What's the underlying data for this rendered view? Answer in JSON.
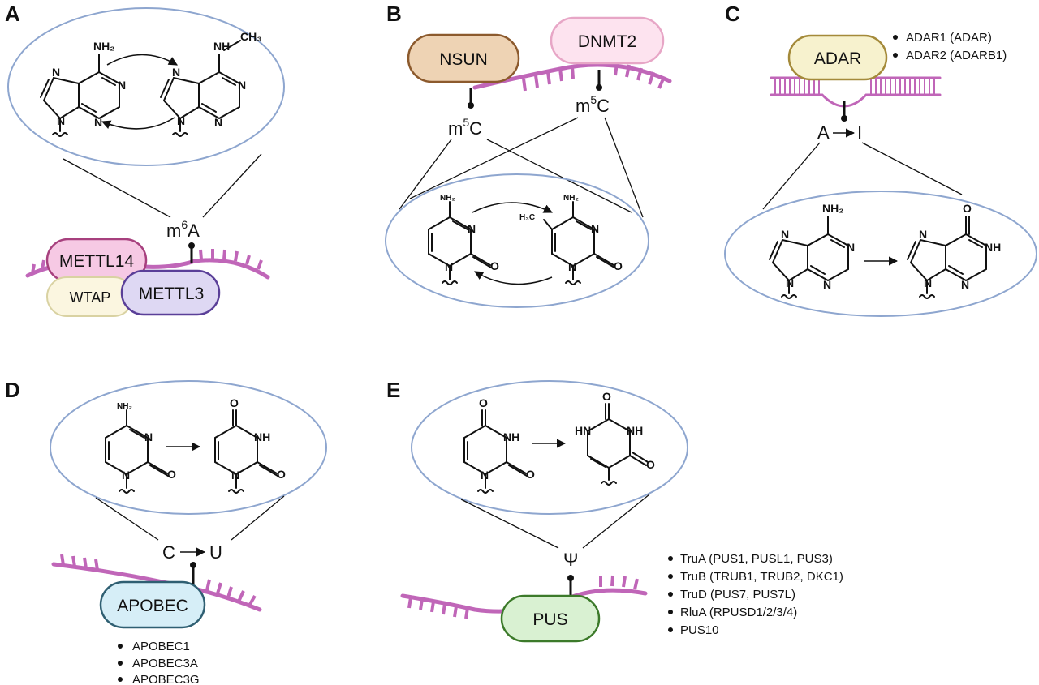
{
  "panels": {
    "A": {
      "letter": "A",
      "mod_base": "m",
      "mod_sup": "6",
      "mod_tail": "A",
      "enzymes": [
        "METTL14",
        "WTAP",
        "METTL3"
      ],
      "reactant_label": "NH₂",
      "product_label": "NH",
      "product_methyl": "CH₃"
    },
    "B": {
      "letter": "B",
      "enzymes": [
        "NSUN",
        "DNMT2"
      ],
      "mod_base": "m",
      "mod_sup": "5",
      "mod_tail": "C",
      "reactant_label": "NH₂",
      "product_label": "NH₂",
      "product_methyl": "H₃C"
    },
    "C": {
      "letter": "C",
      "enzyme": "ADAR",
      "mod_from": "A",
      "mod_to": "I",
      "list": [
        "ADAR1 (ADAR)",
        "ADAR2 (ADARB1)"
      ],
      "reactant_label": "NH₂",
      "product_label": "O"
    },
    "D": {
      "letter": "D",
      "enzyme": "APOBEC",
      "mod_from": "C",
      "mod_to": "U",
      "list": [
        "APOBEC1",
        "APOBEC3A",
        "APOBEC3G"
      ],
      "reactant_label": "NH₂",
      "product_label": "O"
    },
    "E": {
      "letter": "E",
      "enzyme": "PUS",
      "mod_symbol": "Ψ",
      "list": [
        "TruA (PUS1, PUSL1, PUS3)",
        "TruB (TRUB1, TRUB2, DKC1)",
        "TruD (PUS7, PUS7L)",
        "RluA (RPUSD1/2/3/4)",
        "PUS10"
      ]
    }
  },
  "atoms": {
    "N": "N",
    "NH": "NH",
    "HN": "HN",
    "O": "O"
  },
  "colors": {
    "rna": "#c066b8",
    "ellipse": "#8ea6cf",
    "mettl14_fill": "#f6c9e4",
    "mettl14_stroke": "#a7407e",
    "wtap_fill": "#fbf6e0",
    "wtap_stroke": "#d9d2a2",
    "mettl3_fill": "#ded8f3",
    "mettl3_stroke": "#5a3f98",
    "nsun_fill": "#eed3b4",
    "nsun_stroke": "#8c5a2d",
    "dnmt2_fill": "#fde3ef",
    "dnmt2_stroke": "#e7a6c6",
    "adar_fill": "#f7f2ce",
    "adar_stroke": "#a48a3a",
    "apobec_fill": "#d6eef7",
    "apobec_stroke": "#2f5f72",
    "pus_fill": "#d9f1d2",
    "pus_stroke": "#3c7a2a"
  }
}
